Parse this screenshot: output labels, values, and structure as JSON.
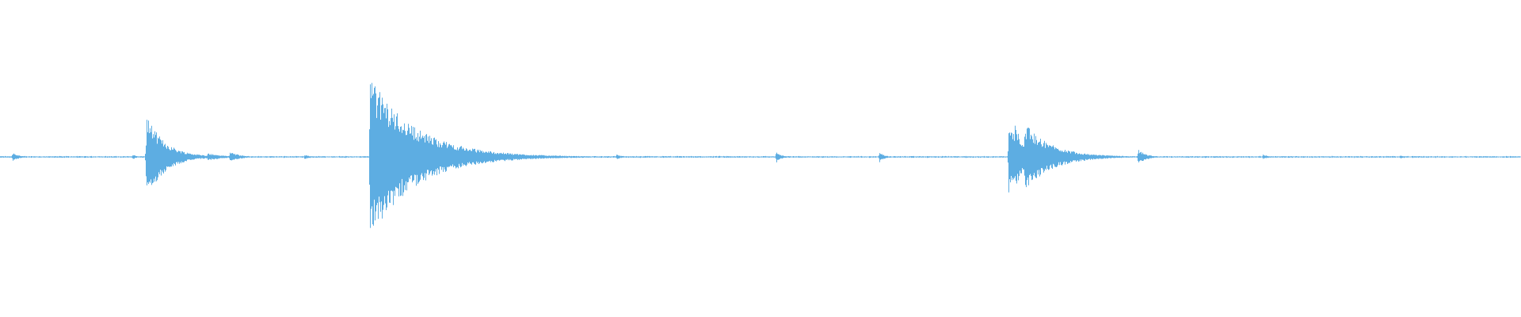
{
  "waveform": {
    "color": "#5DADE2",
    "background": "#ffffff",
    "baseline_amplitude": 0.012,
    "events": [
      {
        "time": 0.008,
        "amplitude": 0.06,
        "decay": 0.004
      },
      {
        "time": 0.087,
        "amplitude": 0.04,
        "decay": 0.002
      },
      {
        "time": 0.096,
        "amplitude": 0.53,
        "decay": 0.012
      },
      {
        "time": 0.136,
        "amplitude": 0.05,
        "decay": 0.01
      },
      {
        "time": 0.151,
        "amplitude": 0.07,
        "decay": 0.006
      },
      {
        "time": 0.2,
        "amplitude": 0.03,
        "decay": 0.004
      },
      {
        "time": 0.243,
        "amplitude": 1.0,
        "decay": 0.03
      },
      {
        "time": 0.305,
        "amplitude": 0.04,
        "decay": 0.006
      },
      {
        "time": 0.326,
        "amplitude": 0.05,
        "decay": 0.004
      },
      {
        "time": 0.405,
        "amplitude": 0.03,
        "decay": 0.004
      },
      {
        "time": 0.51,
        "amplitude": 0.08,
        "decay": 0.003
      },
      {
        "time": 0.578,
        "amplitude": 0.07,
        "decay": 0.003
      },
      {
        "time": 0.663,
        "amplitude": 0.48,
        "decay": 0.01
      },
      {
        "time": 0.667,
        "amplitude": 0.4,
        "decay": 0.008
      },
      {
        "time": 0.673,
        "amplitude": 0.43,
        "decay": 0.018
      },
      {
        "time": 0.748,
        "amplitude": 0.1,
        "decay": 0.005
      },
      {
        "time": 0.83,
        "amplitude": 0.03,
        "decay": 0.004
      },
      {
        "time": 0.92,
        "amplitude": 0.02,
        "decay": 0.004
      }
    ]
  }
}
